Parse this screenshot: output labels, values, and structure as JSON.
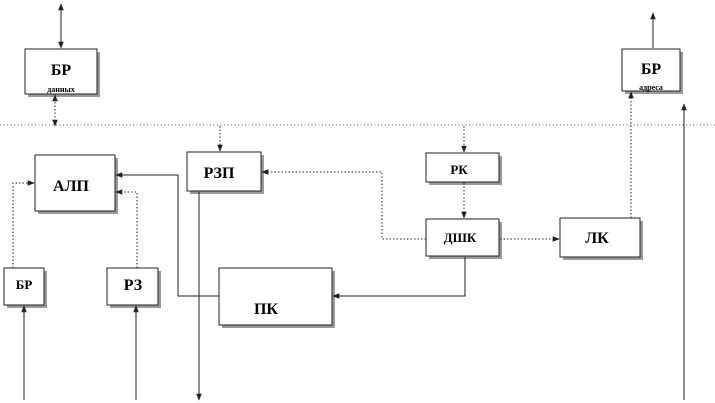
{
  "blocks": {
    "br_data": {
      "label": "БР",
      "sublabel": "данных"
    },
    "br_addr": {
      "label": "БР",
      "sublabel": "адреса"
    },
    "alp": {
      "label": "АЛП"
    },
    "rzp": {
      "label": "РЗП"
    },
    "rk": {
      "label": "РК"
    },
    "dshk": {
      "label": "ДШК"
    },
    "lk": {
      "label": "ЛК"
    },
    "br_in": {
      "label": "БР"
    },
    "rz": {
      "label": "РЗ"
    },
    "pk": {
      "label": "ПК"
    }
  }
}
